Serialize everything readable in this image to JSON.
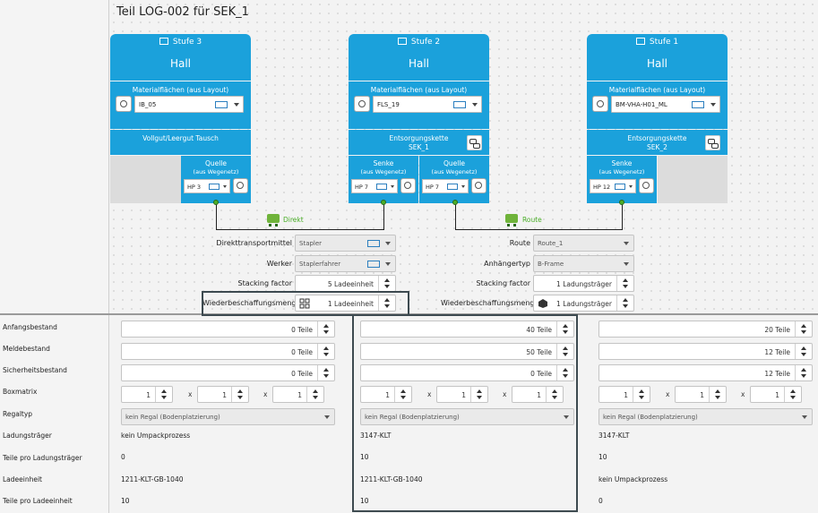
{
  "title": "Teil LOG-002 für SEK_1",
  "stages": [
    {
      "head": "Stufe 3",
      "type": "Hall",
      "mat_label": "Materialflächen (aus Layout)",
      "mat_value": "IB_05",
      "chain": "Vollgut/Leergut Tausch",
      "ports": [
        {
          "label": "Quelle",
          "sub": "(aus Wegenetz)",
          "value": "HP 3"
        }
      ]
    },
    {
      "head": "Stufe 2",
      "type": "Hall",
      "mat_label": "Materialflächen (aus Layout)",
      "mat_value": "FLS_19",
      "chain": "Entsorgungskette",
      "chain2": "SEK_1",
      "ports": [
        {
          "label": "Senke",
          "sub": "(aus Wegenetz)",
          "value": "HP 7"
        },
        {
          "label": "Quelle",
          "sub": "(aus Wegenetz)",
          "value": "HP 7"
        }
      ]
    },
    {
      "head": "Stufe 1",
      "type": "Hall",
      "mat_label": "Materialflächen (aus Layout)",
      "mat_value": "BM-VHA-H01_ML",
      "chain": "Entsorgungskette",
      "chain2": "SEK_2",
      "ports": [
        {
          "label": "Senke",
          "sub": "(aus Wegenetz)",
          "value": "HP 12"
        }
      ]
    }
  ],
  "links": {
    "left": "Direkt",
    "right": "Route"
  },
  "left_props": {
    "direkt_label": "Direkttransportmittel",
    "direkt_value": "Stapler",
    "werker_label": "Werker",
    "werker_value": "Staplerfahrer",
    "stacking_label": "Stacking factor",
    "stacking_value": "5 Ladeeinheit",
    "wbm_label": "Wiederbeschaffungsmenge",
    "wbm_value": "1 Ladeeinheit"
  },
  "right_props": {
    "route_label": "Route",
    "route_value": "Route_1",
    "anh_label": "Anhängertyp",
    "anh_value": "B-Frame",
    "stacking_label": "Stacking factor",
    "stacking_value": "1 Ladungsträger",
    "wbm_label": "Wiederbeschaffungsmenge",
    "wbm_value": "1 Ladungsträger"
  },
  "row_labels": [
    "Anfangsbestand",
    "Meldebestand",
    "Sicherheitsbestand",
    "Boxmatrix",
    "Regaltyp",
    "Ladungsträger",
    "Teile pro Ladungsträger",
    "Ladeeinheit",
    "Teile pro Ladeeinheit"
  ],
  "x_sep": "x",
  "columns": [
    {
      "anfang": "0 Teile",
      "melde": "0 Teile",
      "sicher": "0 Teile",
      "box": [
        "1",
        "1",
        "1"
      ],
      "regal": "kein Regal (Bodenplatzierung)",
      "lt": "kein Umpackprozess",
      "tpl": "0",
      "le": "1211-KLT-GB-1040",
      "tple": "10"
    },
    {
      "anfang": "40 Teile",
      "melde": "50 Teile",
      "sicher": "0 Teile",
      "box": [
        "1",
        "1",
        "1"
      ],
      "regal": "kein Regal (Bodenplatzierung)",
      "lt": "3147-KLT",
      "tpl": "10",
      "le": "1211-KLT-GB-1040",
      "tple": "10"
    },
    {
      "anfang": "20 Teile",
      "melde": "12 Teile",
      "sicher": "12 Teile",
      "box": [
        "1",
        "1",
        "1"
      ],
      "regal": "kein Regal (Bodenplatzierung)",
      "lt": "3147-KLT",
      "tpl": "10",
      "le": "kein Umpackprozess",
      "tple": "0"
    }
  ],
  "colors": {
    "stage_blue": "#1ba1db",
    "link_green": "#4caf2a",
    "highlight": "#3d4a50"
  }
}
